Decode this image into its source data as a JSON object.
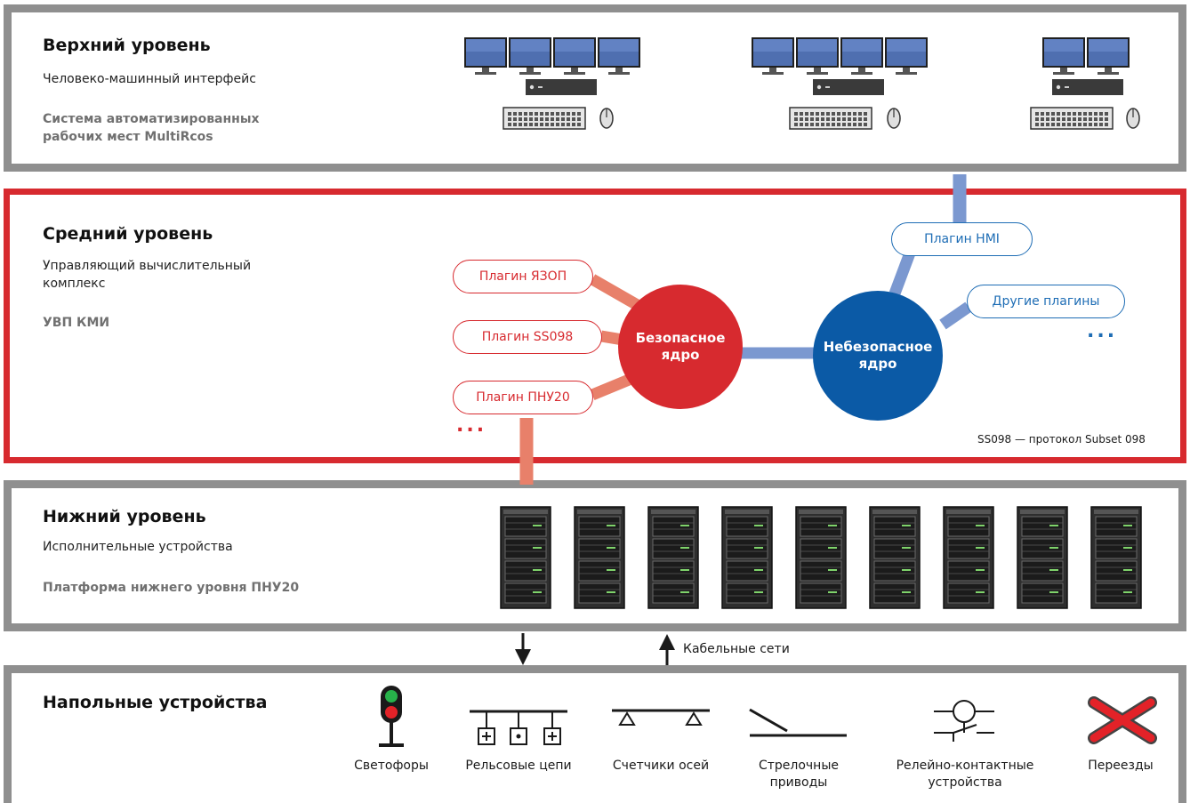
{
  "top": {
    "title": "Верхний уровень",
    "subtitle": "Человеко-машинный интерфейс",
    "system_line1": "Система автоматизированных",
    "system_line2": "рабочих мест MultiRcos",
    "workstations": [
      {
        "monitors": 4
      },
      {
        "monitors": 4
      },
      {
        "monitors": 2
      }
    ]
  },
  "middle": {
    "title": "Средний уровень",
    "subtitle_line1": "Управляющий вычислительный",
    "subtitle_line2": "комплекс",
    "system": "УВП КМИ",
    "safe_plugins": [
      "Плагин ЯЗОП",
      "Плагин SS098",
      "Плагин ПНУ20"
    ],
    "safe_core": "Безопасное\nядро",
    "unsafe_core": "Небезопасное\nядро",
    "hmi_plugin": "Плагин HMI",
    "other_plugins": "Другие плагины",
    "more": "...",
    "note": "SS098 — протокол Subset 098",
    "colors": {
      "safe": "#d72a2f",
      "unsafe": "#0b5aa6",
      "safe_link": "#e8806a",
      "unsafe_link": "#7b98d0"
    }
  },
  "low": {
    "title": "Нижний уровень",
    "subtitle": "Исполнительные устройства",
    "system": "Платформа нижнего уровня ПНУ20",
    "cabinets": 9
  },
  "cable": {
    "label": "Кабельные сети"
  },
  "field": {
    "title": "Напольные устройства",
    "devices": [
      {
        "icon": "traffic-light-icon",
        "label": "Светофоры"
      },
      {
        "icon": "track-circuit-icon",
        "label": "Рельсовые цепи"
      },
      {
        "icon": "axle-counter-icon",
        "label": "Счетчики осей"
      },
      {
        "icon": "switch-machine-icon",
        "label": "Стрелочные\nприводы"
      },
      {
        "icon": "relay-contact-icon",
        "label": "Релейно-контактные\nустройства"
      },
      {
        "icon": "crossing-icon",
        "label": "Переезды"
      }
    ]
  }
}
